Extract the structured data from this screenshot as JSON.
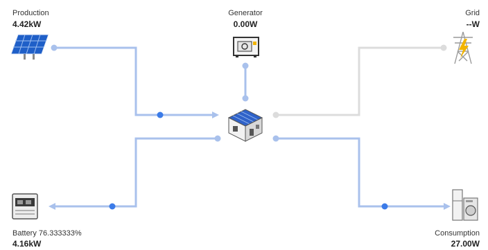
{
  "production": {
    "label": "Production",
    "value": "4.42kW"
  },
  "generator": {
    "label": "Generator",
    "value": "0.00W"
  },
  "grid": {
    "label": "Grid",
    "value": "--W"
  },
  "battery": {
    "label": "Battery 76.333333%",
    "value": "4.16kW",
    "soc_percent": 76.333333
  },
  "consumption": {
    "label": "Consumption",
    "value": "27.00W"
  },
  "colors": {
    "active_flow": "#a9c1ec",
    "inactive_flow": "#dcdcdc",
    "flow_dot": "#3b7be8"
  },
  "icons": {
    "production": "solar-panel-icon",
    "generator": "generator-icon",
    "grid": "grid-tower-icon",
    "home": "house-icon",
    "battery": "battery-cabinet-icon",
    "consumption": "appliances-icon"
  }
}
